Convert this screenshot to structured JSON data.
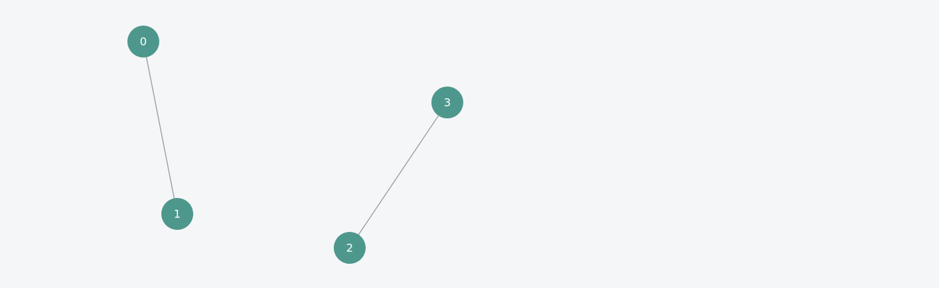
{
  "graph": {
    "nodes": [
      {
        "id": "0",
        "label": "0"
      },
      {
        "id": "1",
        "label": "1"
      },
      {
        "id": "2",
        "label": "2"
      },
      {
        "id": "3",
        "label": "3"
      }
    ],
    "edges": [
      {
        "source": "0",
        "target": "1"
      },
      {
        "source": "3",
        "target": "2"
      }
    ],
    "colors": {
      "background": "#f5f6f8",
      "node_fill": "#4e978c",
      "node_label": "#ffffff",
      "edge": "#979aa6"
    }
  }
}
